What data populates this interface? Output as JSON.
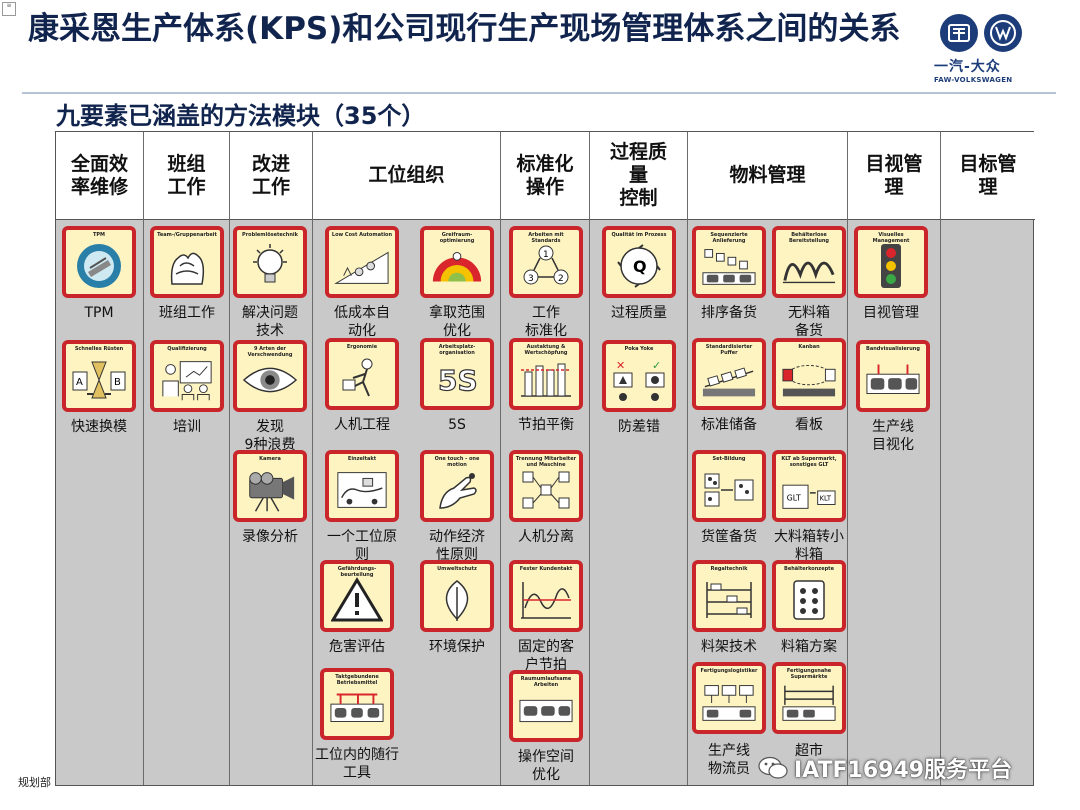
{
  "slide": {
    "title": "康采恩生产体系(KPS)和公司现行生产现场管理体系之间的关系",
    "subtitle": "九要素已涵盖的方法模块（35个）",
    "footer_text": "规划部",
    "watermark": "IATF16949服务平台"
  },
  "logo": {
    "brand_cn": "一汽-大众",
    "brand_en": "FAW-VOLKSWAGEN"
  },
  "columns": [
    {
      "header": "全面效\n率维修",
      "items": [
        {
          "card_title": "TPM",
          "label": "TPM",
          "icon": "tpm-icon"
        },
        {
          "card_title": "Schnelles Rüsten",
          "label": "快速换模",
          "icon": "hourglass-icon"
        }
      ]
    },
    {
      "header": "班组\n工作",
      "items": [
        {
          "card_title": "Team-/Gruppenarbeit",
          "label": "班组工作",
          "icon": "hands-icon"
        },
        {
          "card_title": "Qualifizierung",
          "label": "培训",
          "icon": "training-icon"
        }
      ]
    },
    {
      "header": "改进\n工作",
      "items": [
        {
          "card_title": "Problemlösetechnik",
          "label": "解决问题\n技术",
          "icon": "lightbulb-icon"
        },
        {
          "card_title": "9 Arten der Verschwendung",
          "label": "发现\n9种浪费",
          "icon": "eye-icon"
        },
        {
          "card_title": "Kamera",
          "label": "录像分析",
          "icon": "camera-icon"
        }
      ]
    },
    {
      "header": "工位组织",
      "items": [
        {
          "card_title": "Low Cost Automation",
          "label": "低成本自\n动化",
          "icon": "slope-icon"
        },
        {
          "card_title": "Greifraum-optimierung",
          "label": "拿取范围\n优化",
          "icon": "reach-icon"
        },
        {
          "card_title": "Ergonomie",
          "label": "人机工程",
          "icon": "ergonomics-icon"
        },
        {
          "card_title": "Arbeitsplatz-organisation",
          "label": "5S",
          "icon": "5s-icon"
        },
        {
          "card_title": "Einzeltakt",
          "label": "一个工位原\n则",
          "icon": "station-icon"
        },
        {
          "card_title": "One touch - one motion",
          "label": "动作经济\n性原则",
          "icon": "hand-motion-icon"
        },
        {
          "card_title": "Gefährdungs-beurteilung",
          "label": "危害评估",
          "icon": "warning-icon"
        },
        {
          "card_title": "Umweltschutz",
          "label": "环境保护",
          "icon": "leaf-icon"
        },
        {
          "card_title": "Taktgebundene Betriebsmittel",
          "label": "工位内的随行\n工具",
          "icon": "conveyor-icon"
        }
      ]
    },
    {
      "header": "标准化\n操作",
      "items": [
        {
          "card_title": "Arbeiten mit Standards",
          "label": "工作\n标准化",
          "icon": "cycle-icon"
        },
        {
          "card_title": "Austaktung & Wertschöpfung",
          "label": "节拍平衡",
          "icon": "bars-icon"
        },
        {
          "card_title": "Trennung Mitarbeiter und Maschine",
          "label": "人机分离",
          "icon": "network-icon"
        },
        {
          "card_title": "Fester Kundentakt",
          "label": "固定的客\n户节拍",
          "icon": "wave-icon"
        },
        {
          "card_title": "Raumumlaufsame Arbeiten",
          "label": "操作空间\n优化",
          "icon": "cars-icon"
        }
      ]
    },
    {
      "header": "过程质\n量\n控制",
      "items": [
        {
          "card_title": "Qualität im Prozess",
          "label": "过程质量",
          "icon": "quality-cycle-icon"
        },
        {
          "card_title": "Poka Yoke",
          "label": "防差错",
          "icon": "poka-yoke-icon"
        }
      ]
    },
    {
      "header": "物料管理",
      "items": [
        {
          "card_title": "Sequenzierte Anlieferung",
          "label": "排序备货",
          "icon": "sequence-icon"
        },
        {
          "card_title": "Behälterlose Bereitstellung",
          "label": "无料箱\n备货",
          "icon": "coil-icon"
        },
        {
          "card_title": "Standardisierter Puffer",
          "label": "标准储备",
          "icon": "buffer-icon"
        },
        {
          "card_title": "Kanban",
          "label": "看板",
          "icon": "kanban-icon"
        },
        {
          "card_title": "Set-Bildung",
          "label": "货筐备货",
          "icon": "set-icon"
        },
        {
          "card_title": "KLT ab Supermarkt, sonstiges GLT",
          "label": "大料箱转小\n料箱",
          "icon": "box-icon"
        },
        {
          "card_title": "Regaltechnik",
          "label": "料架技术",
          "icon": "rack-icon"
        },
        {
          "card_title": "Behälterkonzepte",
          "label": "料箱方案",
          "icon": "container-icon"
        },
        {
          "card_title": "Fertigungslogistiker",
          "label": "生产线\n物流员",
          "icon": "logistics-icon"
        },
        {
          "card_title": "Fertigungsnahe Supermärkte",
          "label": "超市",
          "icon": "supermarket-icon"
        }
      ]
    },
    {
      "header": "目视管\n理",
      "items": [
        {
          "card_title": "Visuelles Management",
          "label": "目视管理",
          "icon": "traffic-light-icon"
        },
        {
          "card_title": "Bandvisualisierung",
          "label": "生产线\n目视化",
          "icon": "line-visual-icon"
        }
      ]
    },
    {
      "header": "目标管\n理",
      "items": []
    }
  ]
}
